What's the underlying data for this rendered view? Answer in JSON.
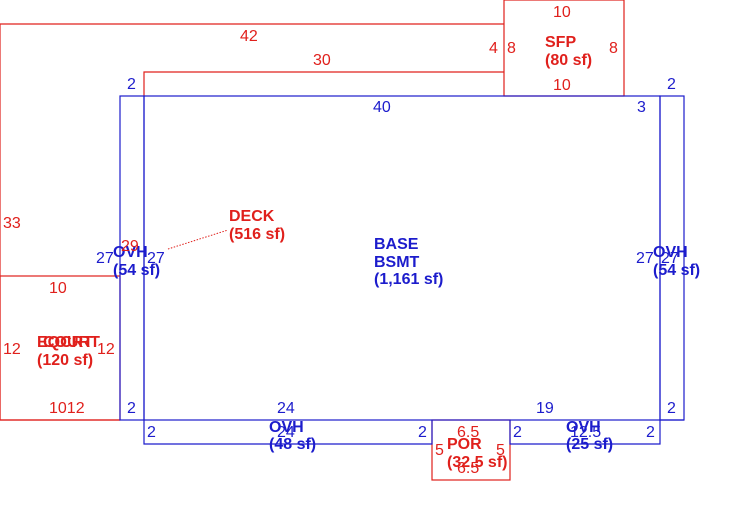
{
  "colors": {
    "red": "#e0201c",
    "blue": "#1c1ccc",
    "background": "#ffffff"
  },
  "areas": {
    "deck": {
      "name": "DECK",
      "area": "(516 sf)"
    },
    "sfp": {
      "name": "SFP",
      "area": "(80 sf)"
    },
    "base": {
      "name1": "BASE",
      "name2": "BSMT",
      "area": "(1,161 sf)"
    },
    "ovh_left": {
      "name": "OVH",
      "area": "(54 sf)"
    },
    "ovh_right": {
      "name": "OVH",
      "area": "(54 sf)"
    },
    "ovh_bottom_left": {
      "name": "OVH",
      "area": "(48 sf)"
    },
    "ovh_bottom_right": {
      "name": "OVH",
      "area": "(25 sf)"
    },
    "por": {
      "name": "POR",
      "area": "(32.5 sf)"
    },
    "eqcrt_overlap": {
      "name1": "EQCRT",
      "name2": "COURT",
      "area": "(120 sf)"
    }
  },
  "dimensions": {
    "deck_top": "42",
    "deck_left": "33",
    "deck_inner_top": "30",
    "deck_inner_left": "29",
    "sfp_top": "10",
    "sfp_bottom": "10",
    "sfp_left": "8",
    "sfp_right": "8",
    "sfp_offset": "4",
    "base_top": "40",
    "base_top_right_offset": "3",
    "ovh_left_top": "2",
    "ovh_left_left": "27",
    "ovh_left_right": "27",
    "ovh_left_bottom": "2",
    "ovh_right_top": "2",
    "ovh_right_left": "27",
    "ovh_right_right": "27",
    "ovh_right_bottom": "2",
    "court_top": "10",
    "court_left": "12",
    "court_right": "12",
    "court_bottom": "1012",
    "bottom_24": "24",
    "bottom_19": "19",
    "ovh_bl_left": "2",
    "ovh_bl_right": "2",
    "ovh_bl_bottom": "24",
    "ovh_br_left": "2",
    "ovh_br_right": "2",
    "ovh_br_bottom": "12.5",
    "por_top": "6.5",
    "por_bottom": "6.5",
    "por_left": "5",
    "por_right": "5"
  }
}
